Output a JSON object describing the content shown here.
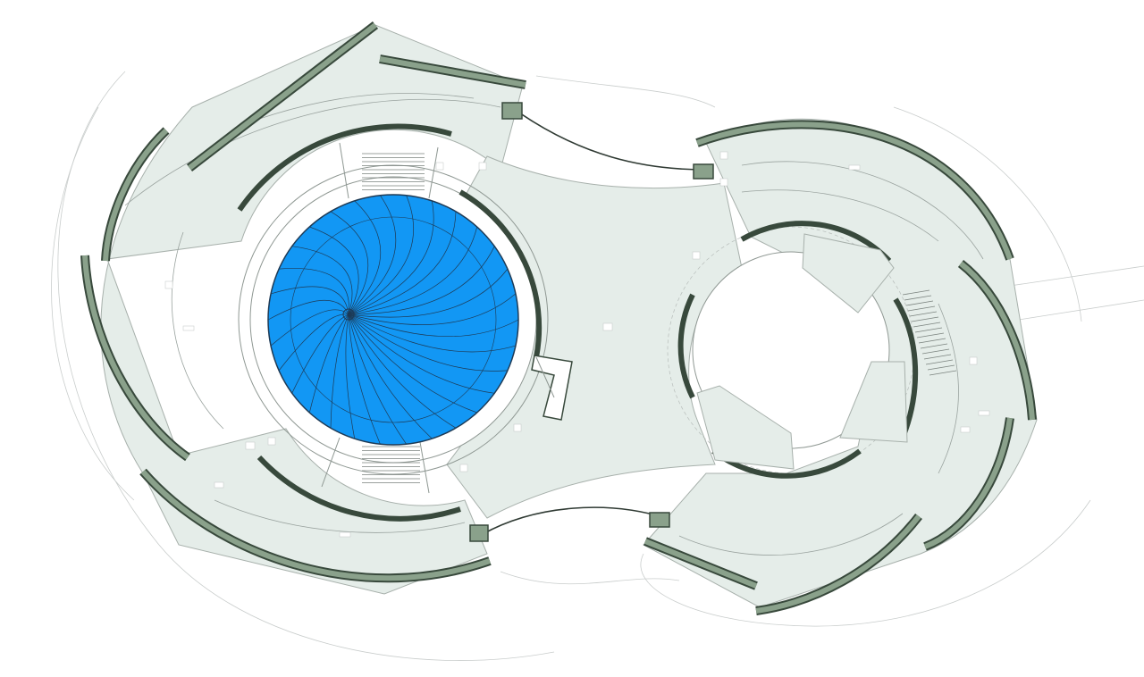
{
  "colors": {
    "floor": "#e5ede9",
    "wall_fill": "#8aa18b",
    "wall_edge": "#38493c",
    "dome": "#1297f4",
    "dome_rib": "#1e3a55",
    "linework": "#c9cdcc",
    "background": "#ffffff"
  },
  "elements": {
    "left_rotunda": "left-rotunda",
    "right_court": "right-open-court",
    "dome": "blue-dome",
    "link_hall": "central-link-hall"
  },
  "dome_rib_count": 30
}
